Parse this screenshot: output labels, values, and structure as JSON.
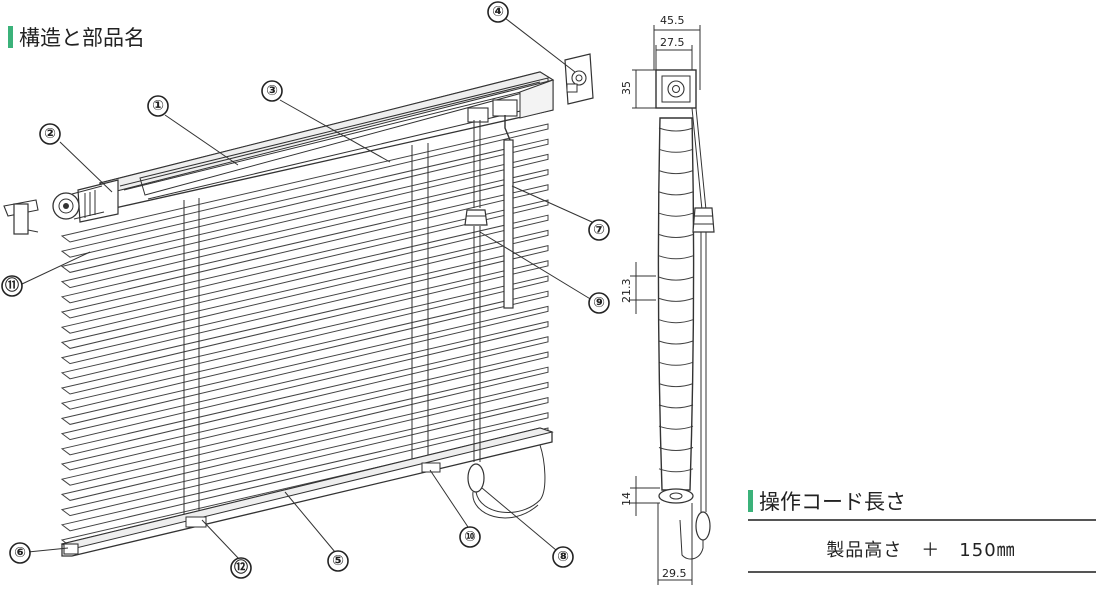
{
  "headings": {
    "structure": "構造と部品名",
    "cord_length": "操作コード長さ"
  },
  "cord_formula": "製品高さ　＋　150㎜",
  "accent_color": "#3bb27a",
  "part_numbers": [
    "①",
    "②",
    "③",
    "④",
    "⑤",
    "⑥",
    "⑦",
    "⑧",
    "⑨",
    "⑩",
    "⑪",
    "⑫"
  ],
  "dimensions": {
    "top_width_outer": "45.5",
    "top_width_inner": "27.5",
    "head_height": "35",
    "slat_pitch": "21.3",
    "bottom_height": "14",
    "bottom_width": "29.5"
  }
}
